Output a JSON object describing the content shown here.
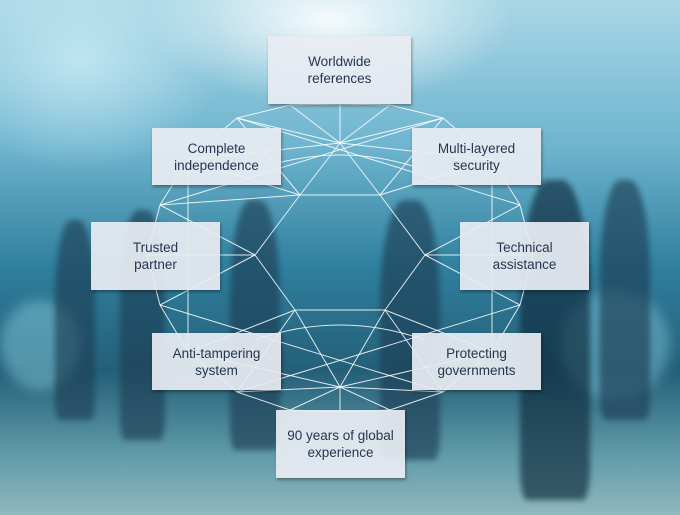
{
  "nodes": [
    {
      "id": "worldwide",
      "line1": "Worldwide",
      "line2": "references"
    },
    {
      "id": "independence",
      "line1": "Complete",
      "line2": "independence"
    },
    {
      "id": "security",
      "line1": "Multi-layered",
      "line2": "security"
    },
    {
      "id": "trusted",
      "line1": "Trusted",
      "line2": "partner"
    },
    {
      "id": "technical",
      "line1": "Technical",
      "line2": "assistance"
    },
    {
      "id": "anti-tampering",
      "line1": "Anti-tampering",
      "line2": "system"
    },
    {
      "id": "governments",
      "line1": "Protecting",
      "line2": "governments"
    },
    {
      "id": "experience",
      "line1": "90 years of global",
      "line2": "experience"
    }
  ]
}
